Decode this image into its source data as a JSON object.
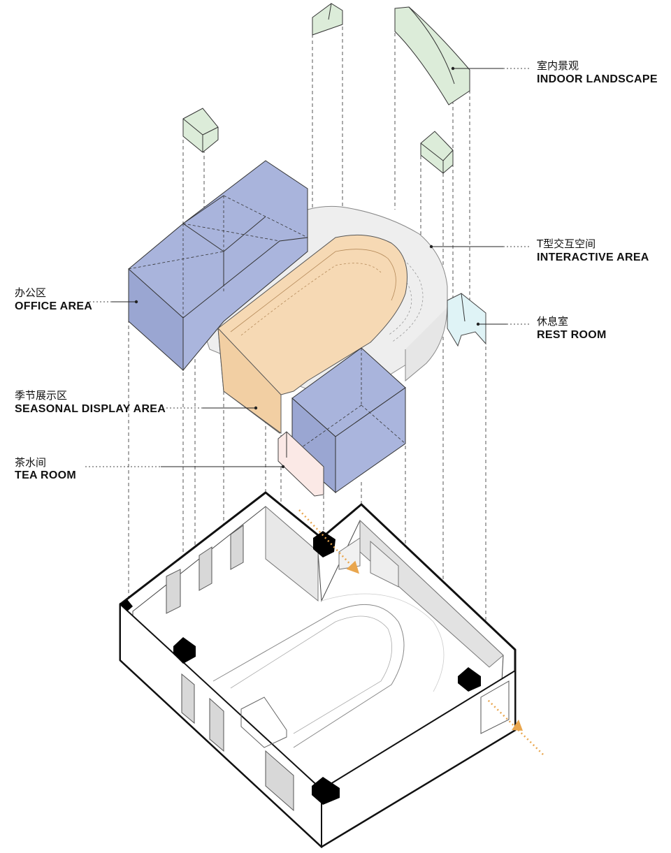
{
  "labels": {
    "indoor_landscape": {
      "zh": "室内景观",
      "en": "INDOOR LANDSCAPE"
    },
    "interactive_area": {
      "zh": "T型交互空间",
      "en": "INTERACTIVE AREA"
    },
    "office_area": {
      "zh": "办公区",
      "en": "OFFICE AREA"
    },
    "rest_room": {
      "zh": "休息室",
      "en": "REST ROOM"
    },
    "seasonal_display_area": {
      "zh": "季节展示区",
      "en": "SEASONAL DISPLAY AREA"
    },
    "tea_room": {
      "zh": "茶水间",
      "en": "TEA ROOM"
    }
  },
  "colors": {
    "office": "#a9b4dc",
    "interactive": "#eeeeee",
    "seasonal": "#f6d9b4",
    "landscape": "#dcecd9",
    "rest_room": "#dff3f6",
    "tea_room": "#fbe9e6",
    "column": "#000000",
    "entry_arrow": "#e9a64e",
    "line": "#222222"
  }
}
